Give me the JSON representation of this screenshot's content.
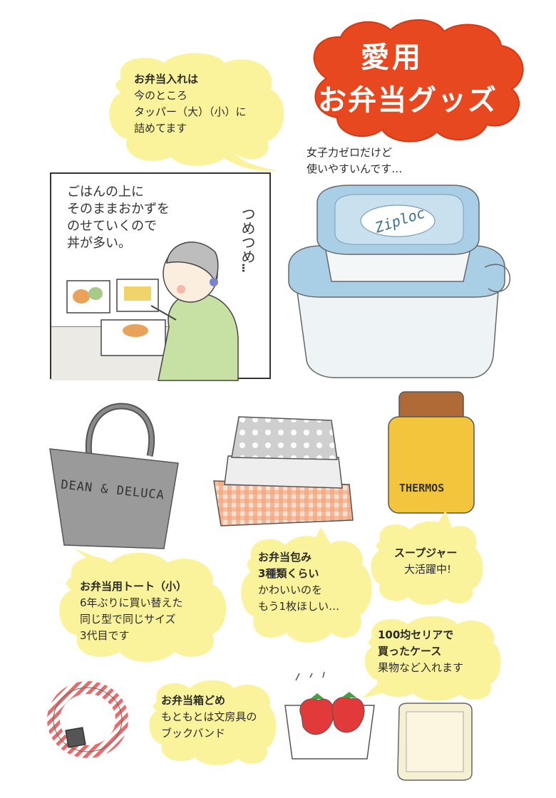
{
  "title": {
    "line1": "愛用",
    "line2": "お弁当グッズ",
    "color": "#e8481f"
  },
  "bubbles": {
    "container": {
      "heading": "お弁当入れは",
      "body": "今のところ\nタッパー（大）（小）に\n詰めてます"
    },
    "tupperware_note": "女子力ゼロだけど\n使いやすいんです…",
    "tote": {
      "heading": "お弁当用トート（小）",
      "body": "6年ぶりに買い替えた\n同じ型で同じサイズ\n3代目です"
    },
    "wrap": {
      "heading": "お弁当包み\n3種類くらい",
      "body": "かわいいのを\nもう1枚ほしい…"
    },
    "soup": {
      "heading": "スープジャー",
      "body": "大活躍中!"
    },
    "case": {
      "heading": "100均セリアで\n買ったケース",
      "body": "果物など入れます"
    },
    "band": {
      "heading": "お弁当箱どめ",
      "body": "もともとは文房具の\nブックバンド"
    }
  },
  "comic": {
    "caption": "ごはんの上に\nそのままおかずを\nのせていくので\n丼が多い。",
    "sfx": "つめつめ…"
  },
  "labels": {
    "ziploc": "Ziploc",
    "thermos": "THERMOS",
    "tote_brand": "DEAN & DELUCA"
  },
  "colors": {
    "bubble_fill": "#fbf39b",
    "title_fill": "#e8481f",
    "tupper_blue": "#a9cfe6",
    "thermos_yellow": "#f2c53d",
    "thermos_lid": "#b06a36",
    "tote_gray": "#9a9a9a",
    "strawberry": "#e23a3a",
    "band_pink": "#e86a6a"
  }
}
